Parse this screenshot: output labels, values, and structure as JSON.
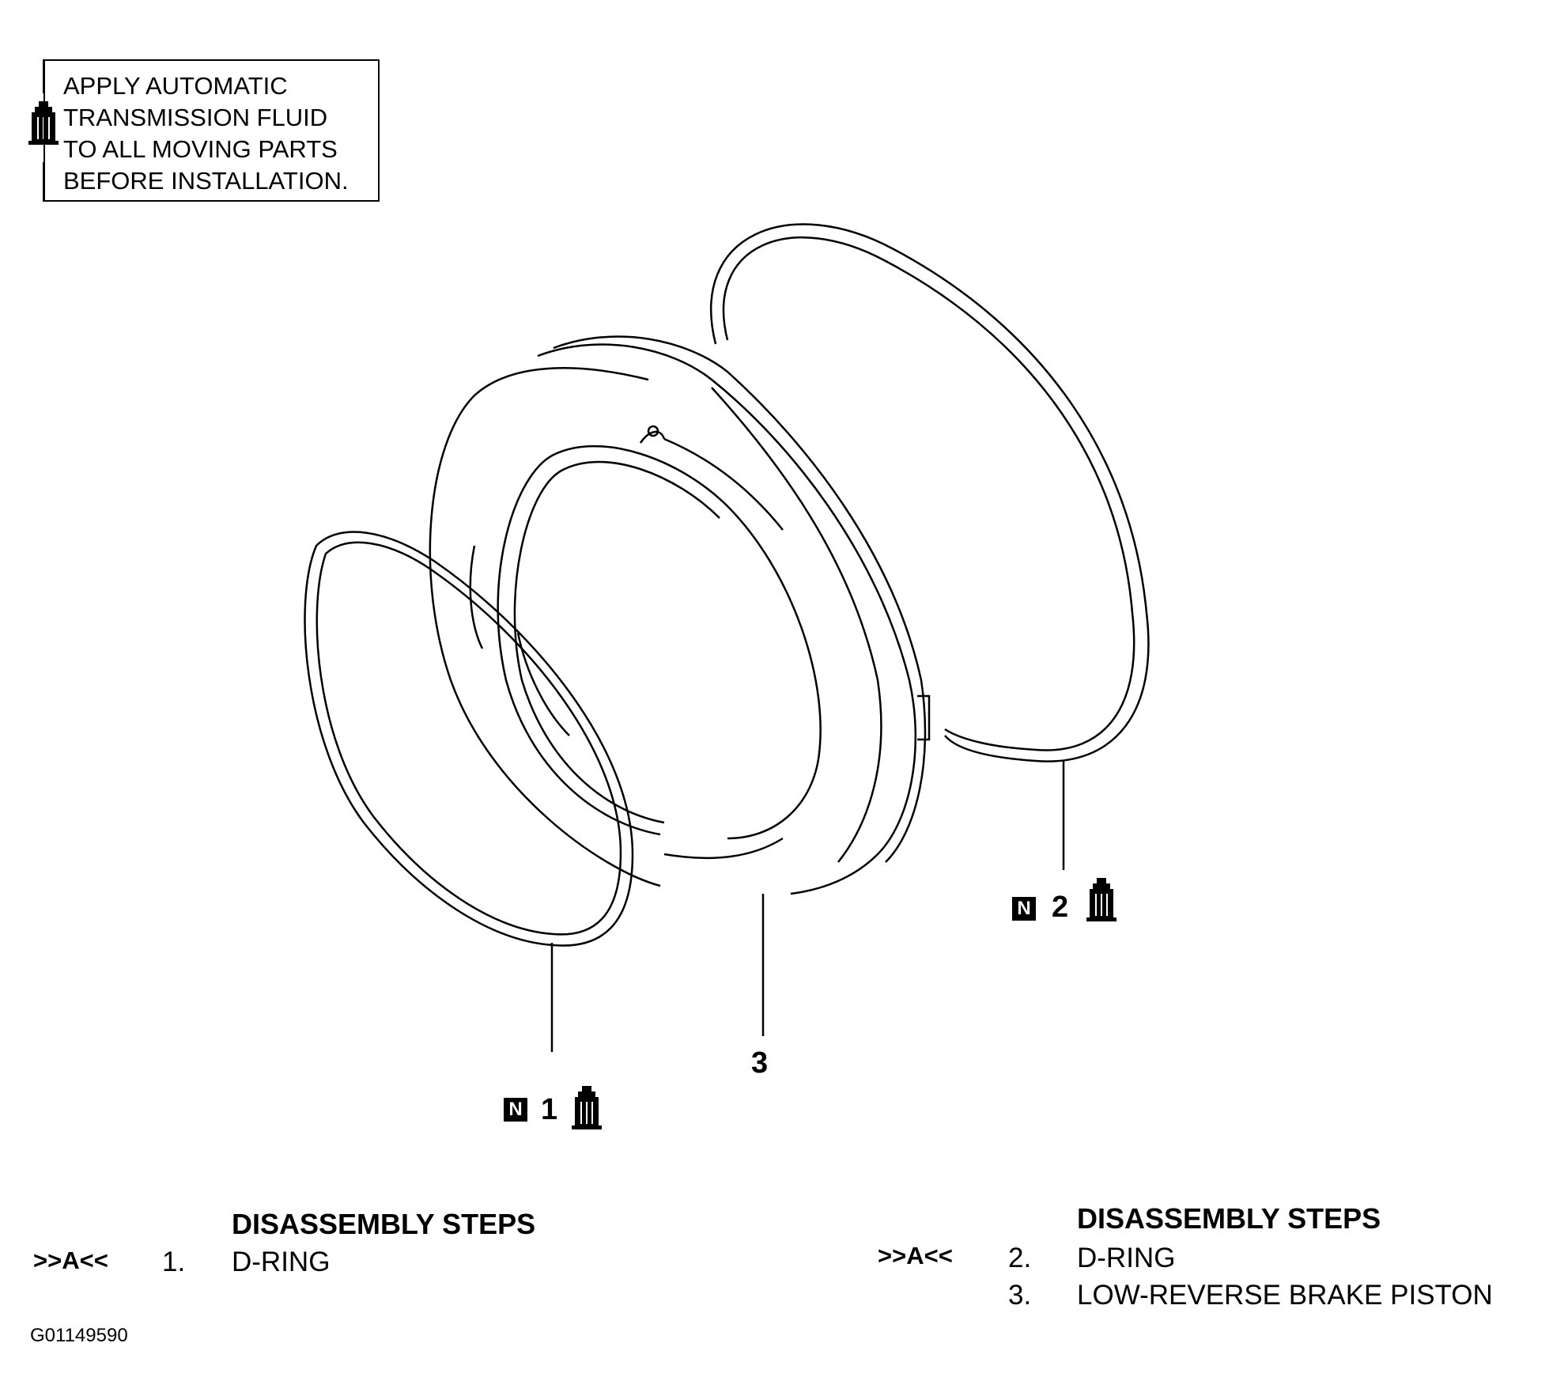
{
  "note": {
    "lines": [
      "APPLY AUTOMATIC",
      "TRANSMISSION FLUID",
      "TO ALL MOVING PARTS",
      "BEFORE INSTALLATION."
    ]
  },
  "callouts": {
    "c1": {
      "badge": "N",
      "number": "1"
    },
    "c2": {
      "badge": "N",
      "number": "2"
    },
    "c3": {
      "number": "3"
    }
  },
  "steps_left": {
    "title": "DISASSEMBLY STEPS",
    "marker": ">>A<<",
    "items": [
      {
        "num": "1.",
        "text": "D-RING"
      }
    ]
  },
  "steps_right": {
    "title": "DISASSEMBLY STEPS",
    "marker": ">>A<<",
    "items": [
      {
        "num": "2.",
        "text": "D-RING"
      },
      {
        "num": "3.",
        "text": "LOW-REVERSE BRAKE PISTON"
      }
    ]
  },
  "figure_id": "G01149590",
  "icons": {
    "fluid": "fluid-bottle-icon",
    "new_part": "new-part-N-icon"
  }
}
